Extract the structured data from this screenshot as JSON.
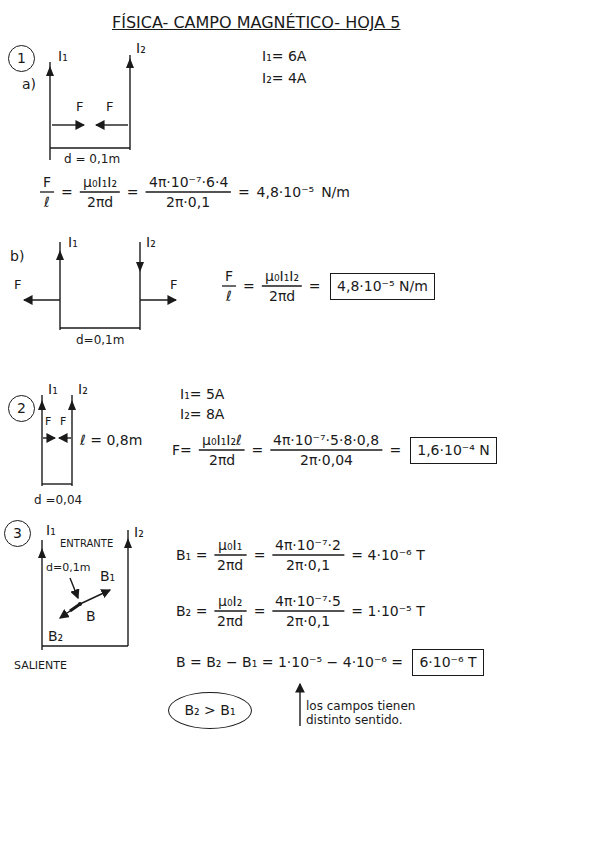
{
  "diagram": {
    "title": "FÍSICA- CAMPO MAGNÉTICO- HOJA 5",
    "nodes": [
      {
        "text": [
          "1"
        ]
      },
      {
        "text": [
          "4,8·10⁻⁵ N/m"
        ]
      },
      {
        "text": [
          "2"
        ]
      },
      {
        "text": [
          "1,6·10⁻⁴ N"
        ]
      },
      {
        "text": [
          "3"
        ]
      },
      {
        "text": [
          "6·10⁻⁶ T"
        ]
      },
      {
        "text": [
          "B₂ > B₁"
        ]
      }
    ],
    "labels": [
      "a)",
      "I₁",
      "I₂",
      "F",
      "F",
      "d = 0,1m",
      "I₁= 6A",
      "I₂= 4A",
      "F",
      "ℓ",
      "=",
      "μ₀I₁I₂",
      "2πd",
      "=",
      "4π·10⁻⁷·6·4",
      "2π·0,1",
      "=",
      "4,8·10⁻⁵",
      "N/m",
      "b)",
      "I₁",
      "I₂",
      "F",
      "F",
      "d=0,1m",
      "F",
      "ℓ",
      "=",
      "μ₀I₁I₂",
      "2πd",
      "=",
      "I₁",
      "I₂",
      "F",
      "F",
      "ℓ = 0,8m",
      "d =0,04",
      "I₁= 5A",
      "I₂= 8A",
      "F=",
      "μ₀I₁I₂ℓ",
      "2πd",
      "=",
      "4π·10⁻⁷·5·8·0,8",
      "2π·0,04",
      "=",
      "I₁",
      "ENTRANTE",
      "I₂",
      "d=0,1m",
      "B₁",
      "B",
      "B₂",
      "SALIENTE",
      "B₁ =",
      "μ₀I₁",
      "2πd",
      "=",
      "4π·10⁻⁷·2",
      "2π·0,1",
      "= 4·10⁻⁶ T",
      "B₂ =",
      "μ₀I₂",
      "2πd",
      "=",
      "4π·10⁻⁷·5",
      "2π·0,1",
      "= 1·10⁻⁵ T",
      "B = B₂ − B₁ = 1·10⁻⁵ − 4·10⁻⁶ =",
      "los campos tienen distinto sentido."
    ]
  }
}
